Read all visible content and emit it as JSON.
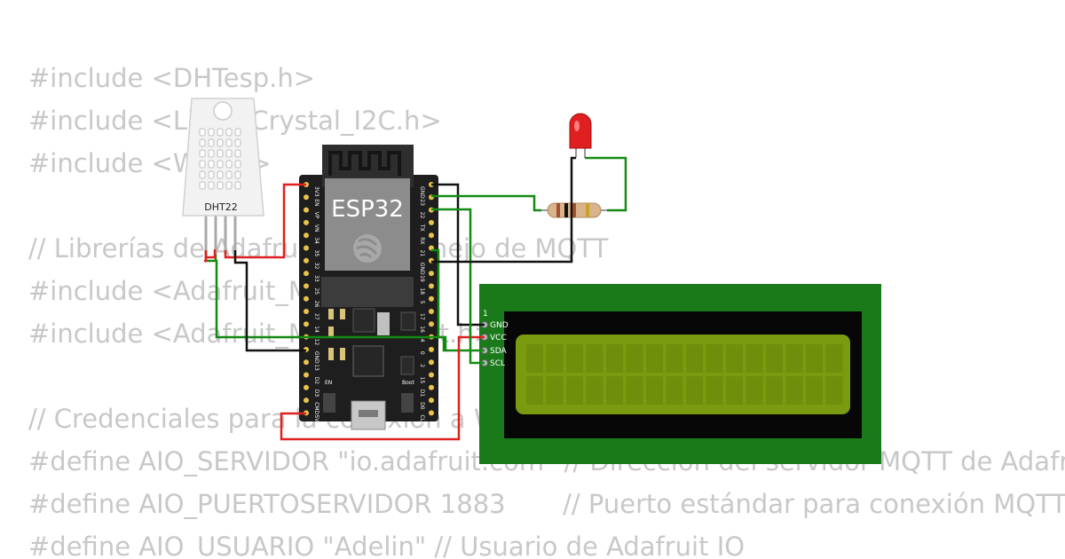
{
  "code_lines": [
    "#include <DHTesp.h>",
    "#include <LiquidCrystal_I2C.h>",
    "#include <WiFi.h>",
    "",
    "// Librerías de Adafruit para manejo de MQTT",
    "#include <Adafruit_MQTT.h>",
    "#include <Adafruit_MQTT_Client.h>",
    "",
    "// Credenciales para la conexión a WiFi",
    "#define AIO_SERVIDOR \"io.adafruit.com\" // Dirección del servidor MQTT de Adafruit",
    "#define AIO_PUERTOSERVIDOR 1883       // Puerto estándar para conexión MQTT",
    "#define AIO_USUARIO \"Adelin\" // Usuario de Adafruit IO"
  ],
  "components": {
    "sensor": {
      "label": "DHT22"
    },
    "board": {
      "label": "ESP32",
      "button_en": "EN",
      "button_boot": "Boot"
    },
    "lcd": {
      "pin_number": "1",
      "pins": [
        "GND",
        "VCC",
        "SDA",
        "SCL"
      ],
      "background_color": "#1a7a1a",
      "screen_color": "#7a9a10"
    },
    "led": {
      "color": "#e02020"
    },
    "resistor": {
      "body_color": "#d9b38c"
    }
  },
  "wire_colors": {
    "red": "#e02020",
    "black": "#111111",
    "green": "#138a13"
  },
  "board_pins": {
    "left": [
      "3V3",
      "EN",
      "VP",
      "VN",
      "34",
      "35",
      "32",
      "33",
      "25",
      "26",
      "27",
      "14",
      "12",
      "GND",
      "13",
      "D2",
      "D3",
      "CMD",
      "5V"
    ],
    "right": [
      "GND",
      "23",
      "22",
      "TX",
      "RX",
      "21",
      "GND",
      "19",
      "18",
      "5",
      "17",
      "16",
      "4",
      "0",
      "2",
      "15",
      "D1",
      "D0",
      "CLK"
    ]
  }
}
